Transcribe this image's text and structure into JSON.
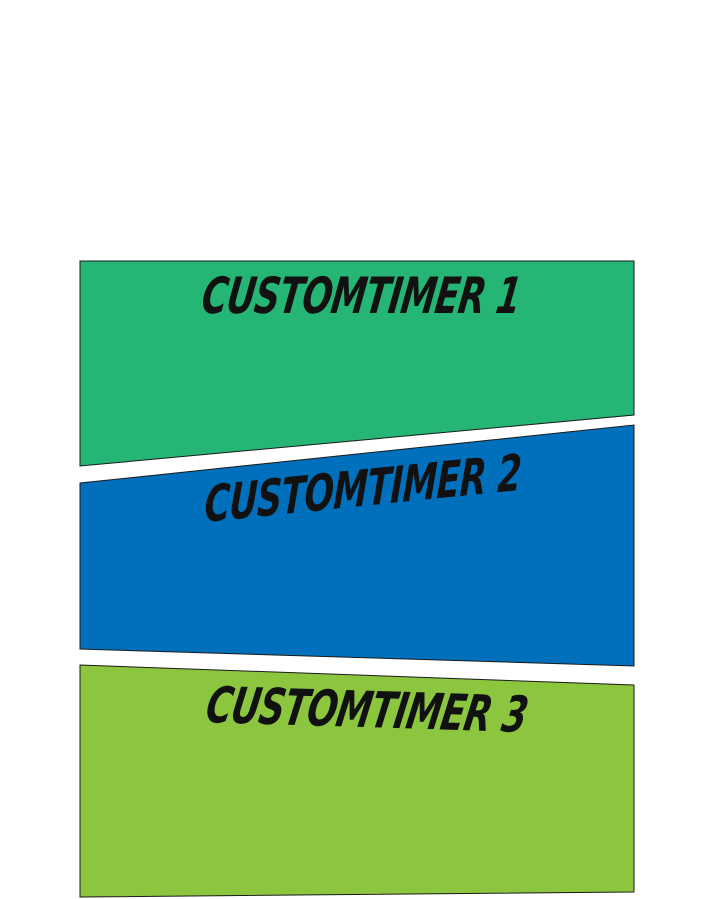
{
  "panels": [
    {
      "label": "CUSTOMTIMER 1",
      "color": "#25b574"
    },
    {
      "label": "CUSTOMTIMER 2",
      "color": "#0070bd"
    },
    {
      "label": "CUSTOMTIMER 3",
      "color": "#8bc63e"
    }
  ]
}
